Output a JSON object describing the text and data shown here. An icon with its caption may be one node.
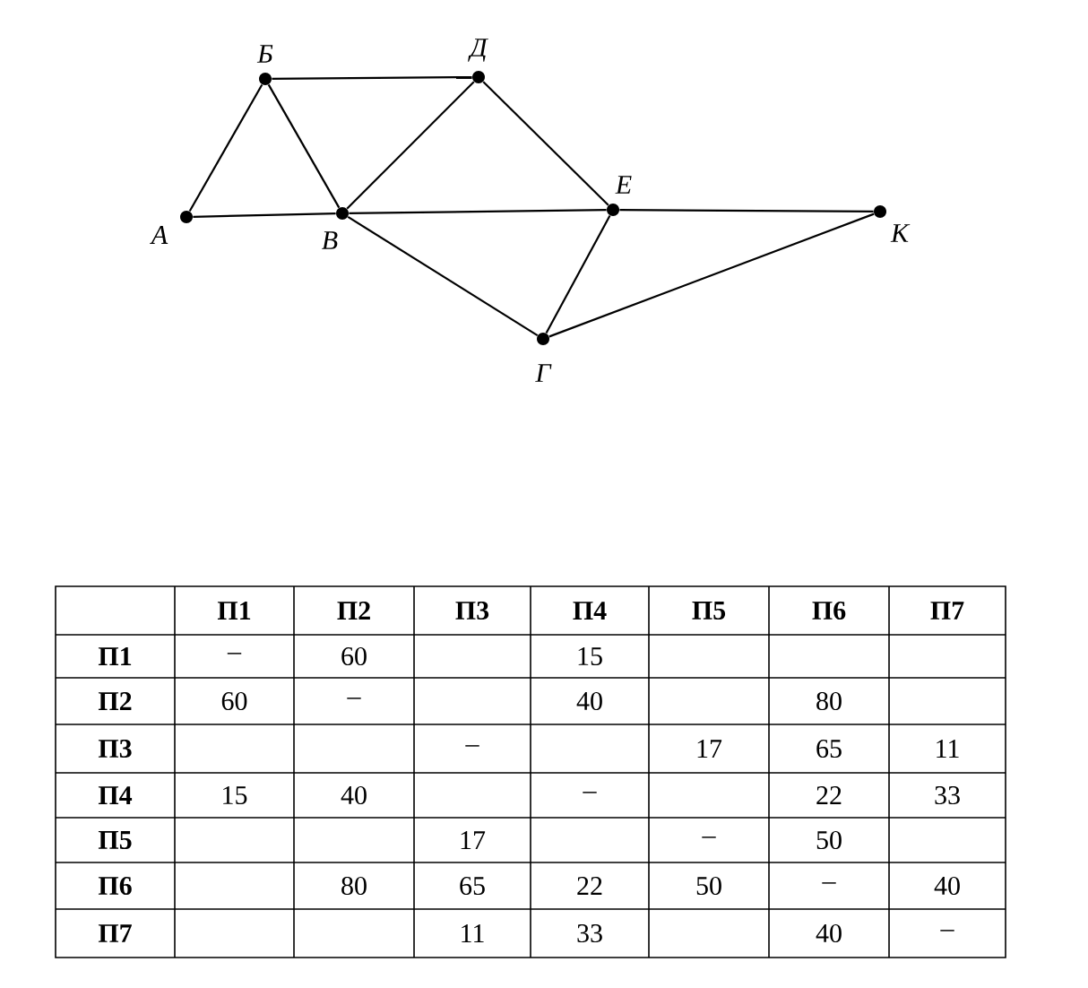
{
  "diagram": {
    "nodes": [
      {
        "text": [
          "А"
        ]
      },
      {
        "text": [
          "Б"
        ]
      },
      {
        "text": [
          "Д"
        ]
      },
      {
        "text": [
          "В"
        ]
      },
      {
        "text": [
          "Е"
        ]
      },
      {
        "text": [
          "К"
        ]
      },
      {
        "text": [
          "Г"
        ]
      }
    ],
    "edges": [
      {
        "from": 0,
        "to": 1,
        "arrow": "none"
      },
      {
        "from": 0,
        "to": 3,
        "arrow": "none"
      },
      {
        "from": 1,
        "to": 3,
        "arrow": "none"
      },
      {
        "from": 1,
        "to": 2,
        "arrow": "none"
      },
      {
        "from": 2,
        "to": 3,
        "arrow": "none"
      },
      {
        "from": 2,
        "to": 4,
        "arrow": "none"
      },
      {
        "from": 3,
        "to": 4,
        "arrow": "none"
      },
      {
        "from": 4,
        "to": 5,
        "arrow": "none"
      },
      {
        "from": 3,
        "to": 6,
        "arrow": "none"
      },
      {
        "from": 4,
        "to": 6,
        "arrow": "none"
      },
      {
        "from": 6,
        "to": 5,
        "arrow": "none"
      }
    ],
    "labels": [
      "П1",
      "П2",
      "П3",
      "П4",
      "П5",
      "П6",
      "П7",
      "П1",
      "–",
      "60",
      "15",
      "П2",
      "60",
      "–",
      "40",
      "80",
      "П3",
      "–",
      "17",
      "65",
      "11",
      "П4",
      "15",
      "40",
      "–",
      "22",
      "33",
      "П5",
      "17",
      "–",
      "50",
      "П6",
      "80",
      "65",
      "22",
      "50",
      "–",
      "40",
      "П7",
      "11",
      "33",
      "40",
      "–"
    ]
  }
}
